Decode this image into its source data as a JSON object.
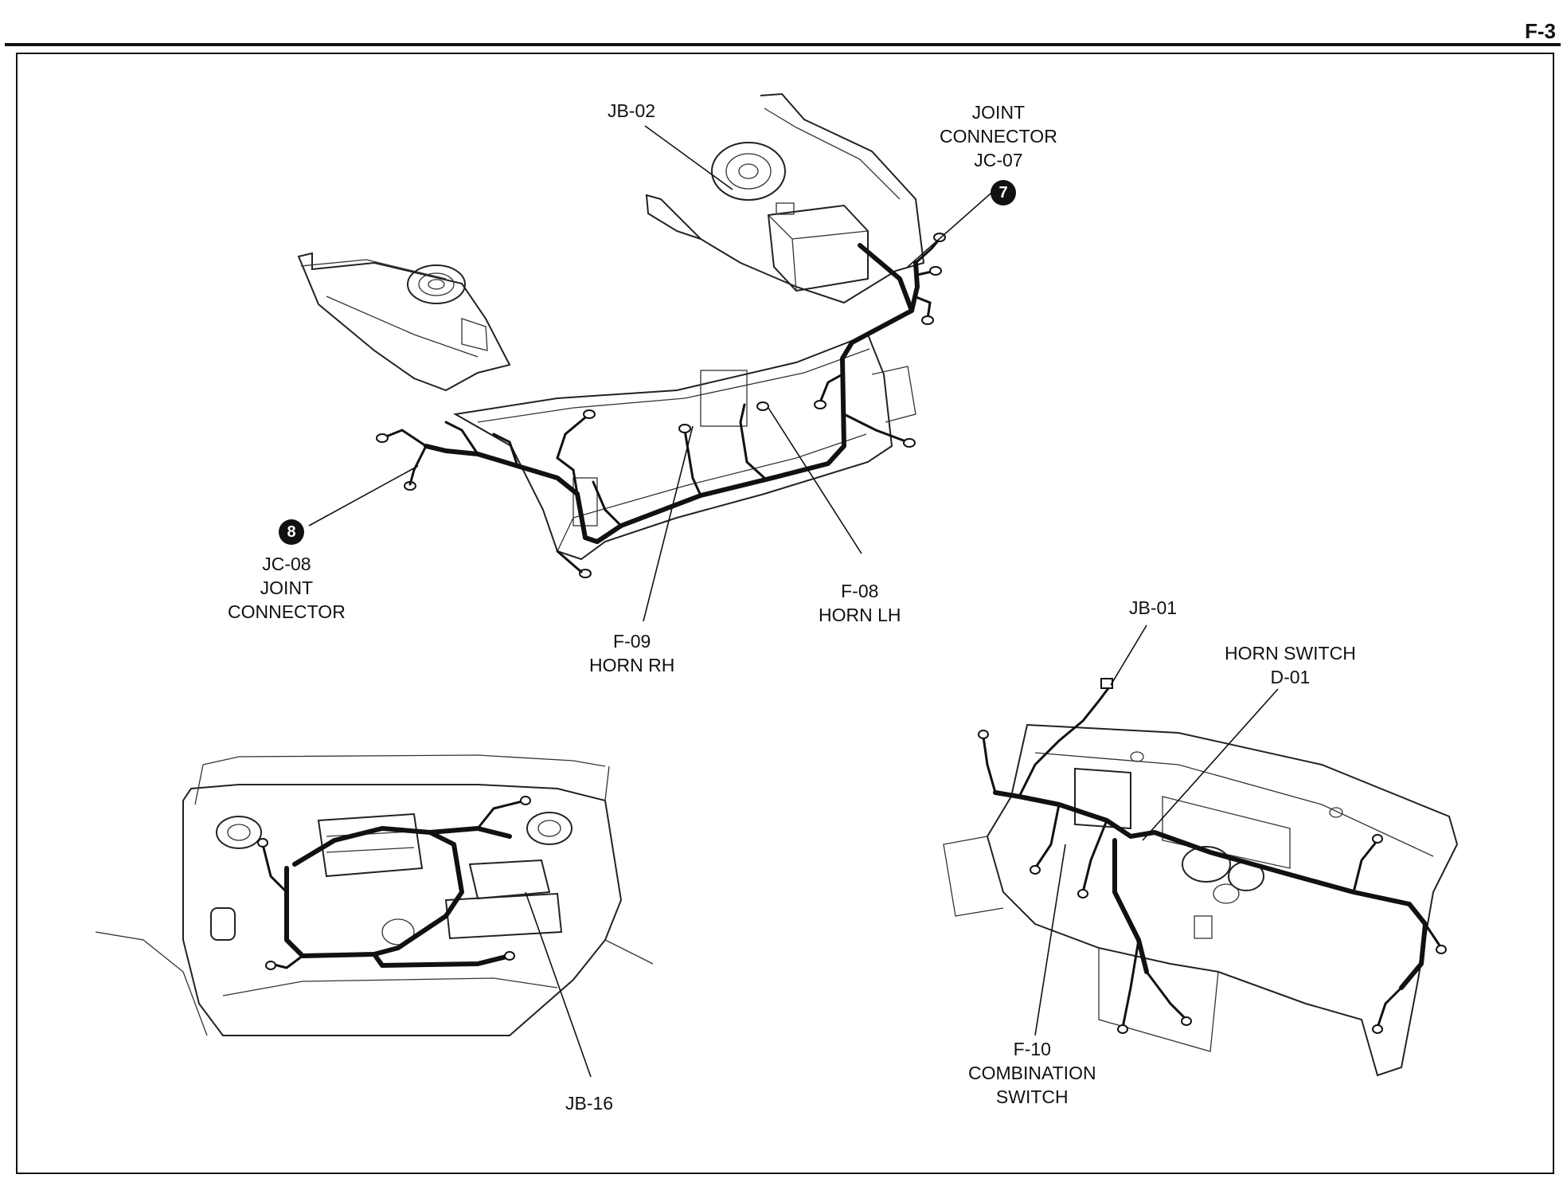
{
  "page": {
    "number": "F-3"
  },
  "markers": {
    "jc07": "7",
    "jc08": "8"
  },
  "labels": {
    "jb02": "JB-02",
    "jc07": [
      "JOINT",
      "CONNECTOR",
      "JC-07"
    ],
    "jc08": [
      "JC-08",
      "JOINT",
      "CONNECTOR"
    ],
    "f08": [
      "F-08",
      "HORN LH"
    ],
    "f09": [
      "F-09",
      "HORN RH"
    ],
    "jb01": "JB-01",
    "d01": [
      "HORN SWITCH",
      "D-01"
    ],
    "f10": [
      "F-10",
      "COMBINATION",
      "SWITCH"
    ],
    "jb16": "JB-16"
  }
}
